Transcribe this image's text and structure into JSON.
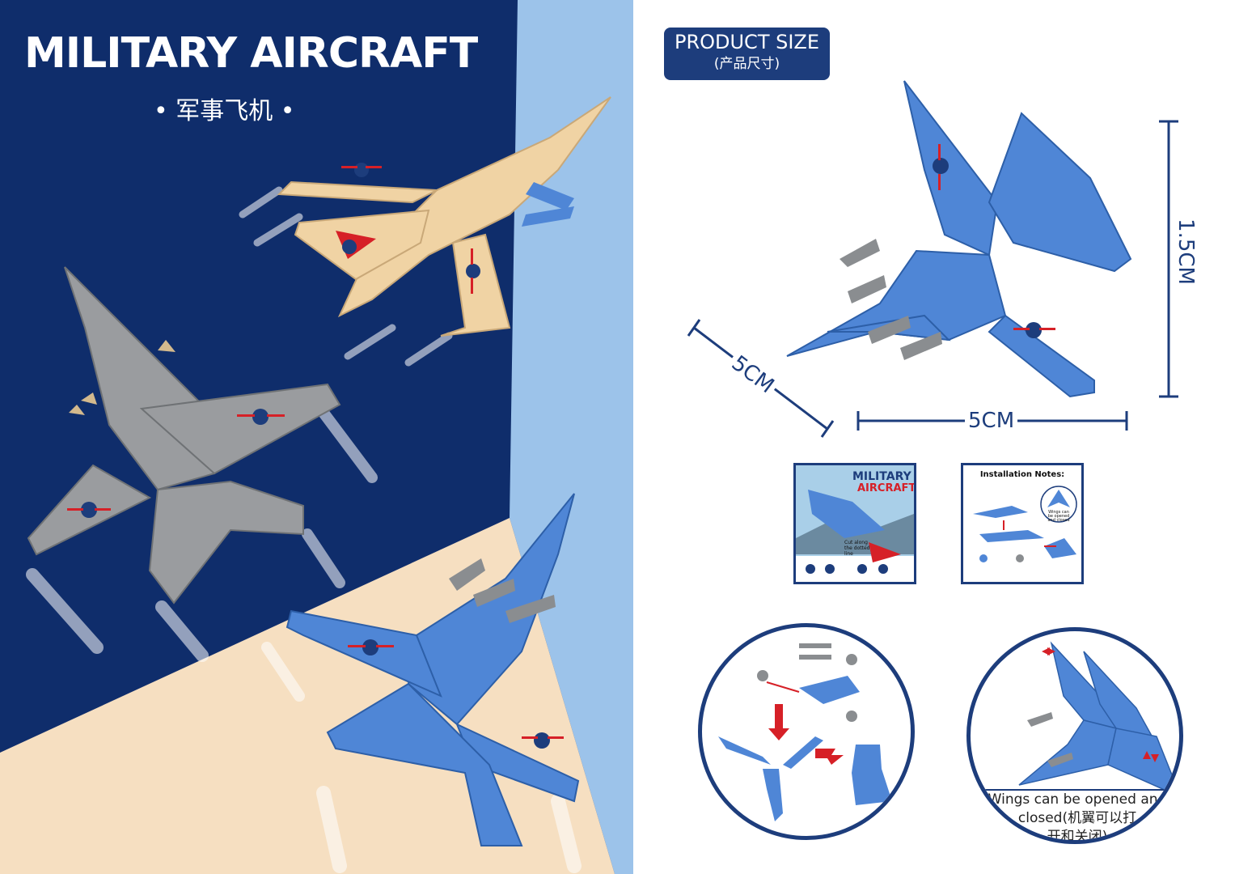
{
  "title": "MILITARY AIRCRAFT",
  "subtitle": "• 军事飞机 •",
  "product_size": {
    "label": "PRODUCT SIZE",
    "label_cn": "(产品尺寸)"
  },
  "dimensions": {
    "height": "1.5CM",
    "depth": "5CM",
    "width": "5CM"
  },
  "card_front": {
    "title_line1": "MILITARY",
    "title_line2": "AIRCRAFT",
    "small_text": "Cut along the dotted line"
  },
  "card_back": {
    "title": "Installation Notes:",
    "bubble_text": "Wings can be opened and closed"
  },
  "wings_caption": {
    "line1": "Wings can be opened and",
    "line2": "closed(机翼可以打",
    "line3": "开和关闭)"
  },
  "colors": {
    "navy": "#0f2d6b",
    "light_blue": "#9cc3ea",
    "cream": "#f6dfc1",
    "badge": "#1d3d7c",
    "jet_blue": "#4f86d6",
    "jet_grey": "#9a9c9f",
    "jet_tan": "#f0d3a4",
    "arrow_red": "#d62027"
  }
}
